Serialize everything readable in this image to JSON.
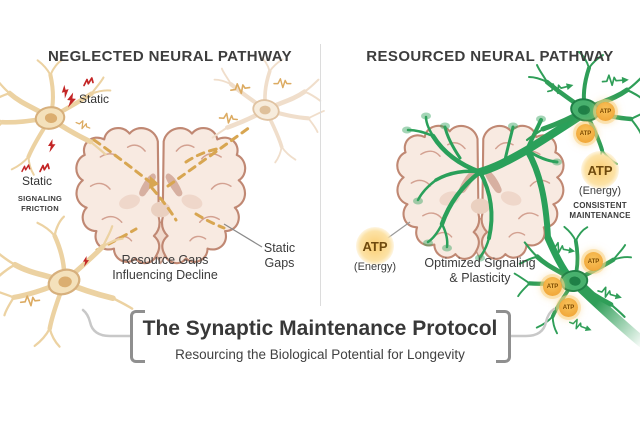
{
  "left_panel": {
    "title": "NEGLECTED NEURAL PATHWAY",
    "static_top": "Static",
    "static_side": "Static",
    "signaling_friction": "SIGNALING\nFRICTION",
    "caption": "Resource Gaps\nInfluencing Decline",
    "static_gaps": "Static\nGaps"
  },
  "right_panel": {
    "title": "RESOURCED NEURAL PATHWAY",
    "caption": "Optimized Signaling\n& Plasticity",
    "atp_badge_text": "ATP",
    "atp_left": {
      "label": "ATP",
      "sublabel": "(Energy)"
    },
    "atp_right": {
      "label": "ATP",
      "sublabel": "(Energy)",
      "note": "CONSISTENT\nMAINTENANCE"
    }
  },
  "footer": {
    "title": "The Synaptic Maintenance Protocol",
    "subtitle": "Resourcing the Biological Potential for Longevity"
  },
  "icons": {
    "static": "red-static-bolt",
    "pulse": "signal-pulse-wave",
    "atp_badge": "atp-energy-badge"
  },
  "colors": {
    "pathway_green": "#2f9e58",
    "static_red": "#c32525",
    "neuron_tan": "#ecd2a2",
    "atp_orange": "#f2a93b",
    "bracket_gray": "#8f8f8f",
    "text_dark": "#3a3a3a"
  }
}
